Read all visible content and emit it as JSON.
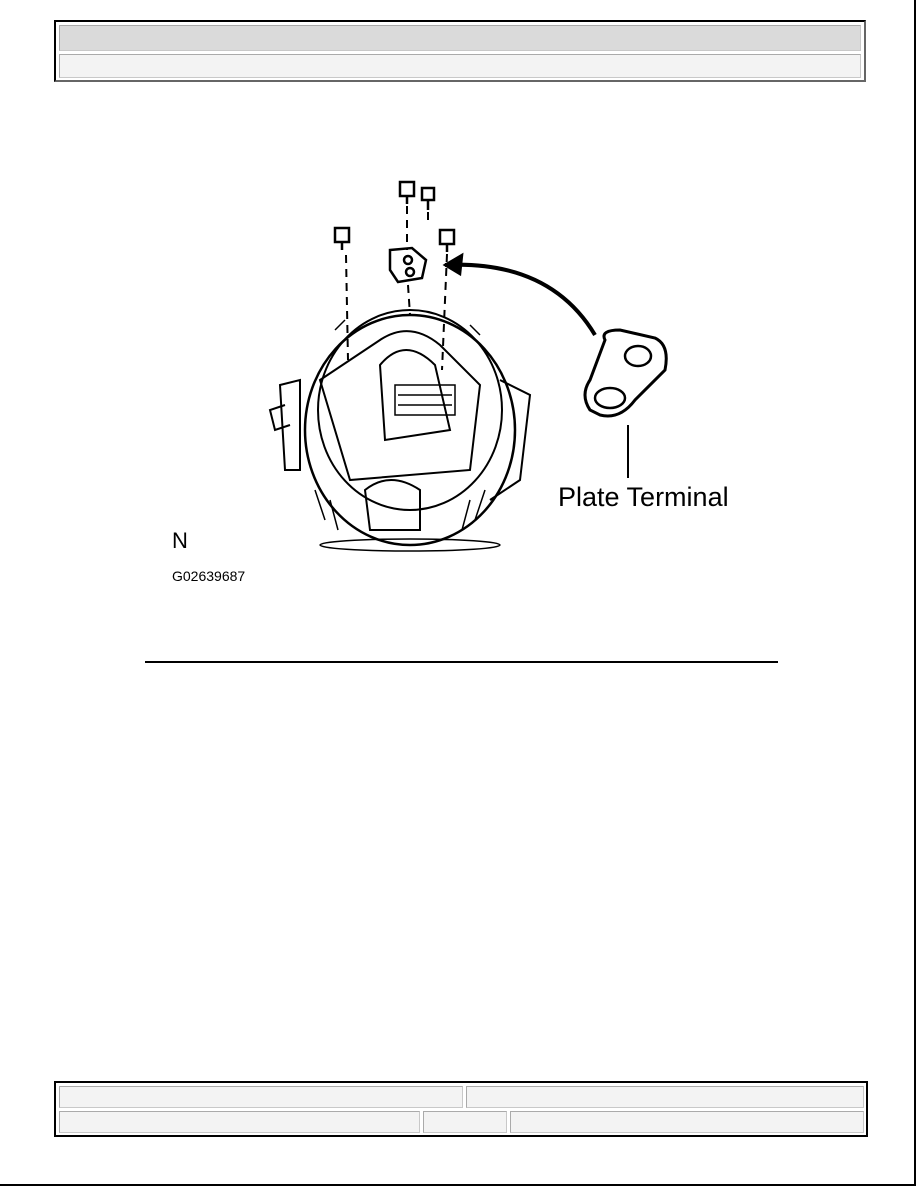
{
  "figure": {
    "callout_label": "Plate Terminal",
    "orientation_mark": "N",
    "figure_code": "G02639687"
  }
}
